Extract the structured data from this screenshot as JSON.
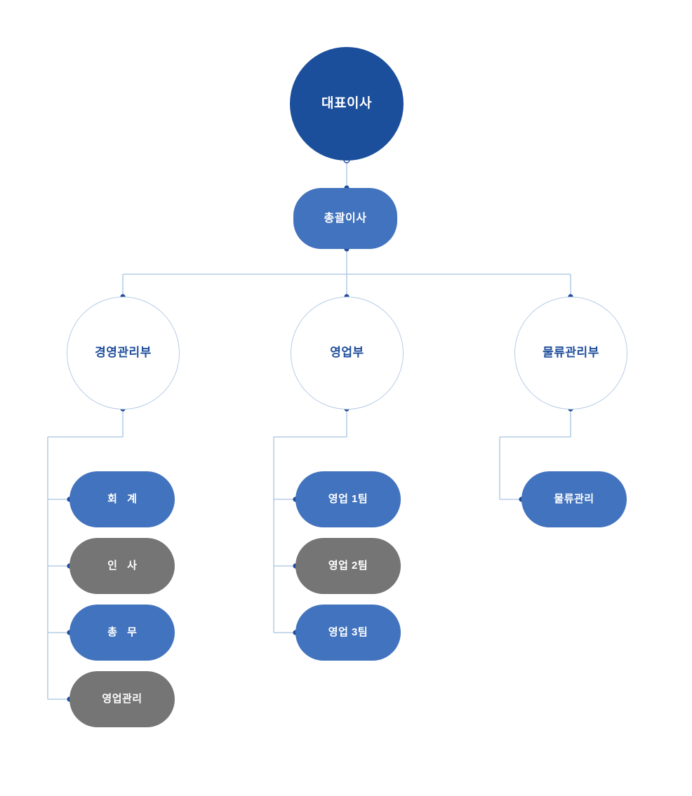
{
  "diagram": {
    "type": "org-chart",
    "title": "",
    "orientation": "top-down",
    "colors": {
      "executive_fill": "#1B4F9C",
      "director_fill": "#4273BE",
      "department_stroke": "#B7CBE6",
      "department_text": "#1F4E9C",
      "team_blue": "#4273BE",
      "team_gray": "#757575",
      "connector_line": "#A8C2E0",
      "connector_dot": "#1F4E9C",
      "node_text": "#FFFFFF",
      "background": "#FFFFFF"
    },
    "nodes": {
      "executive": {
        "label": "대표이사",
        "shape": "circle",
        "style": "executive"
      },
      "director": {
        "label": "총괄이사",
        "shape": "pill",
        "style": "director"
      },
      "departments": [
        {
          "label": "경영관리부",
          "shape": "circle",
          "style": "department"
        },
        {
          "label": "영업부",
          "shape": "circle",
          "style": "department"
        },
        {
          "label": "물류관리부",
          "shape": "circle",
          "style": "department"
        }
      ],
      "teams": {
        "management": [
          {
            "label": "회 계",
            "style": "blue"
          },
          {
            "label": "인 사",
            "style": "gray"
          },
          {
            "label": "총 무",
            "style": "blue"
          },
          {
            "label": "영업관리",
            "style": "gray"
          }
        ],
        "sales": [
          {
            "label": "영업 1팀",
            "style": "blue"
          },
          {
            "label": "영업 2팀",
            "style": "gray"
          },
          {
            "label": "영업 3팀",
            "style": "blue"
          }
        ],
        "logistics": [
          {
            "label": "물류관리",
            "style": "blue"
          }
        ]
      }
    }
  }
}
